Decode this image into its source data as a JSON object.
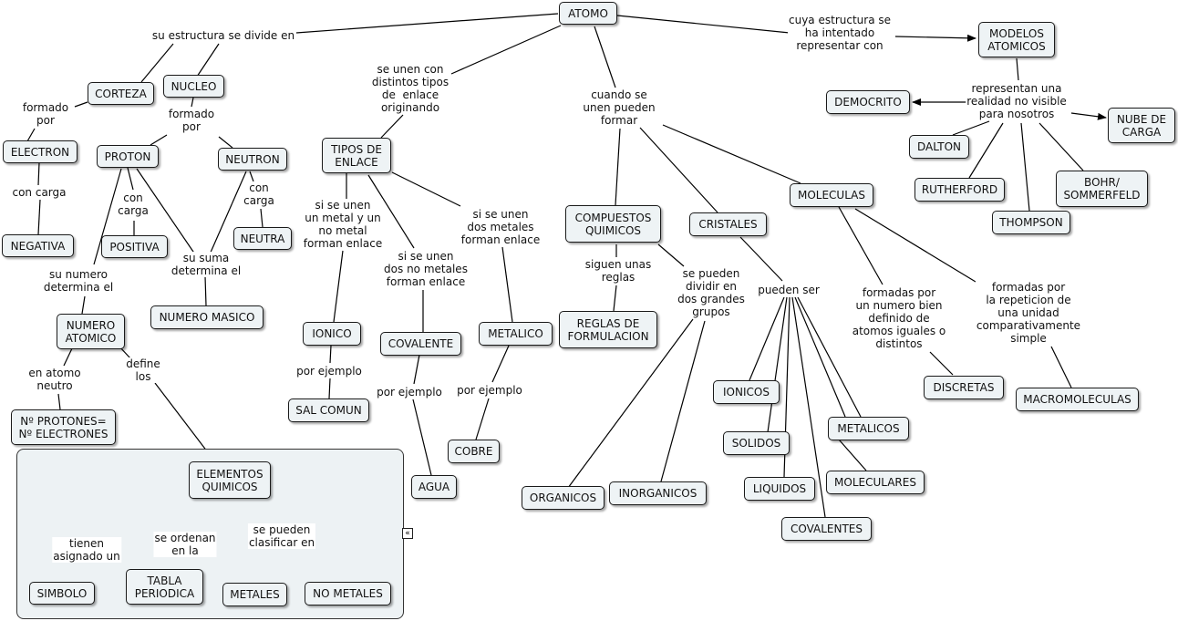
{
  "nodes": {
    "atomo": "ATOMO",
    "modelos": "MODELOS\nATOMICOS",
    "corteza": "CORTEZA",
    "nucleo": "NUCLEO",
    "electron": "ELECTRON",
    "proton": "PROTON",
    "neutron": "NEUTRON",
    "negativa": "NEGATIVA",
    "positiva": "POSITIVA",
    "neutra": "NEUTRA",
    "numero_masico": "NUMERO MASICO",
    "numero_atomico": "NUMERO\nATOMICO",
    "protones_electrones": "Nº PROTONES=\nNº ELECTRONES",
    "elementos": "ELEMENTOS\nQUIMICOS",
    "simbolo": "SIMBOLO",
    "tabla": "TABLA\nPERIODICA",
    "metales": "METALES",
    "no_metales": "NO METALES",
    "tipos_enlace": "TIPOS DE\nENLACE",
    "ionico": "IONICO",
    "sal_comun": "SAL COMUN",
    "covalente": "COVALENTE",
    "agua": "AGUA",
    "metalico": "METALICO",
    "cobre": "COBRE",
    "compuestos": "COMPUESTOS\nQUIMICOS",
    "reglas": "REGLAS DE\nFORMULACION",
    "organicos": "ORGANICOS",
    "inorganicos": "INORGANICOS",
    "cristales": "CRISTALES",
    "ionicos": "IONICOS",
    "solidos": "SOLIDOS",
    "liquidos": "LIQUIDOS",
    "covalentes": "COVALENTES",
    "metalicos": "METALICOS",
    "moleculares": "MOLECULARES",
    "moleculas": "MOLECULAS",
    "discretas": "DISCRETAS",
    "macromoleculas": "MACROMOLECULAS",
    "democrito": "DEMOCRITO",
    "nube": "NUBE DE\nCARGA",
    "dalton": "DALTON",
    "rutherford": "RUTHERFORD",
    "thompson": "THOMPSON",
    "bohr": "BOHR/\nSOMMERFELD"
  },
  "labels": {
    "estructura": "su estructura se divide en",
    "cuya": "cuya estructura se\nha intentado\nrepresentar con",
    "formado_por_1": "formado\npor",
    "formado_por_2": "formado\npor",
    "con_carga_1": "con carga",
    "con_carga_2": "con\ncarga",
    "con_carga_3": "con\ncarga",
    "su_suma": "su suma\ndetermina el",
    "su_numero": "su numero\ndetermina el",
    "en_atomo": "en atomo\nneutro",
    "define": "define\nlos",
    "tienen": "tienen\nasignado un",
    "ordenan": "se ordenan\nen la",
    "clasificar": "se pueden\nclasificar en",
    "se_unen": "se unen con\ndistintos tipos\nde  enlace\noriginando",
    "metal_no_metal": "si se unen\nun metal y un\nno metal\nforman enlace",
    "dos_no_metales": "si se unen\ndos no metales\nforman enlace",
    "dos_metales": "si se unen\ndos metales\nforman enlace",
    "por_ejemplo_1": "por ejemplo",
    "por_ejemplo_2": "por ejemplo",
    "por_ejemplo_3": "por ejemplo",
    "cuando": "cuando se\nunen pueden\nformar",
    "siguen": "siguen unas\nreglas",
    "dividir": "se pueden\ndividir en\ndos grandes\ngrupos",
    "pueden_ser": "pueden ser",
    "formadas_1": "formadas por\nun numero bien\ndefinido de\natomos iguales o\ndistintos",
    "formadas_2": "formadas por\nla repeticion de\nuna unidad\ncomparativamente\nsimple",
    "representan": "representan una\nrealidad no visible\npara nosotros"
  },
  "collapse_glyph": "«"
}
